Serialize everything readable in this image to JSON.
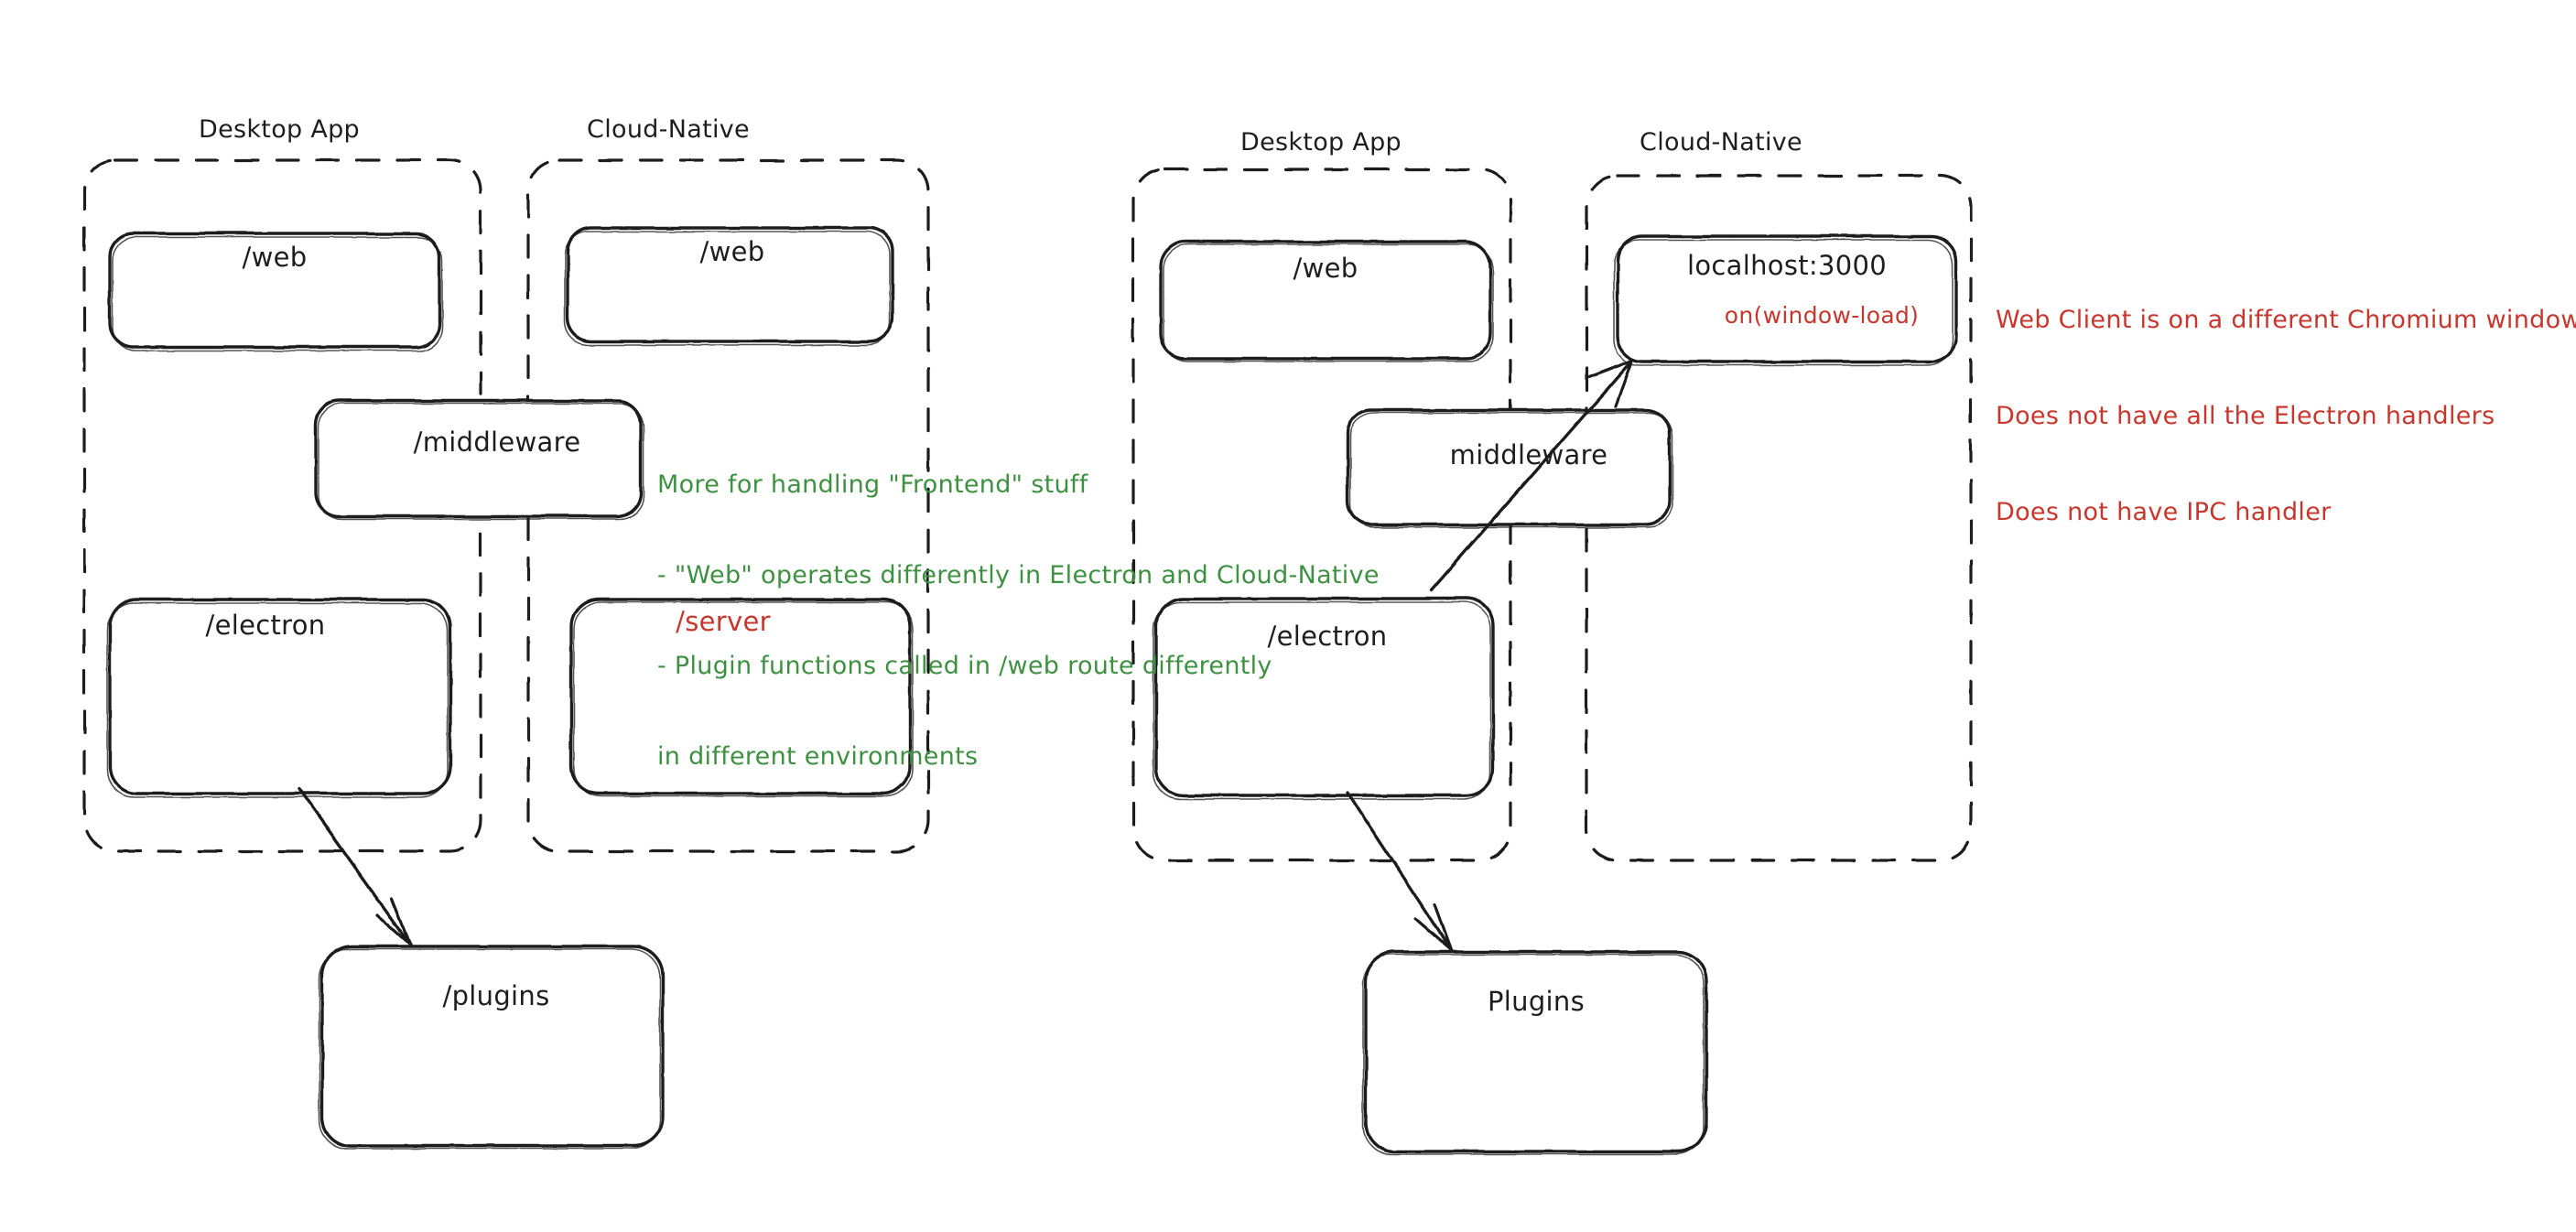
{
  "diagram": {
    "title_hidden": "",
    "colors": {
      "ink": "#1e1e1e",
      "green": "#3f9142",
      "red": "#c8372d",
      "background": "#ffffff"
    },
    "panels": [
      {
        "id": "left",
        "groups": [
          {
            "id": "left-desktop-app",
            "label": "Desktop App"
          },
          {
            "id": "left-cloud-native",
            "label": "Cloud-Native"
          }
        ],
        "nodes": [
          {
            "id": "left-desktop-web",
            "label": "/web",
            "color": "ink"
          },
          {
            "id": "left-cloud-web",
            "label": "/web",
            "color": "ink"
          },
          {
            "id": "left-middleware",
            "label": "/middleware",
            "color": "ink"
          },
          {
            "id": "left-electron",
            "label": "/electron",
            "color": "ink"
          },
          {
            "id": "left-server",
            "label": "/server",
            "color": "red"
          },
          {
            "id": "left-plugins",
            "label": "/plugins",
            "color": "ink"
          }
        ],
        "annotations": [
          {
            "id": "green-note",
            "color": "green",
            "lines": [
              "More for handling \"Frontend\" stuff",
              "- \"Web\" operates differently in Electron and Cloud-Native",
              "- Plugin functions called in /web route differently",
              "in different environments"
            ]
          }
        ],
        "arrows": [
          {
            "id": "left-electron-to-plugins",
            "from": "left-electron",
            "to": "left-plugins"
          }
        ]
      },
      {
        "id": "right",
        "groups": [
          {
            "id": "right-desktop-app",
            "label": "Desktop App"
          },
          {
            "id": "right-cloud-native",
            "label": "Cloud-Native"
          }
        ],
        "nodes": [
          {
            "id": "right-desktop-web",
            "label": "/web",
            "color": "ink"
          },
          {
            "id": "right-localhost",
            "label": "localhost:3000",
            "color": "ink",
            "sublabel": "on(window-load)",
            "sublabel_color": "red"
          },
          {
            "id": "right-middleware",
            "label": "middleware",
            "color": "ink"
          },
          {
            "id": "right-electron",
            "label": "/electron",
            "color": "ink"
          },
          {
            "id": "right-plugins",
            "label": "Plugins",
            "color": "ink"
          }
        ],
        "annotations": [
          {
            "id": "red-note",
            "color": "red",
            "lines": [
              "Web Client is on a different Chromium window",
              "Does not have all the Electron handlers",
              "Does not have IPC handler"
            ]
          }
        ],
        "arrows": [
          {
            "id": "right-electron-to-localhost",
            "from": "right-electron",
            "to": "right-localhost"
          },
          {
            "id": "right-electron-to-plugins",
            "from": "right-electron",
            "to": "right-plugins"
          }
        ]
      }
    ]
  }
}
